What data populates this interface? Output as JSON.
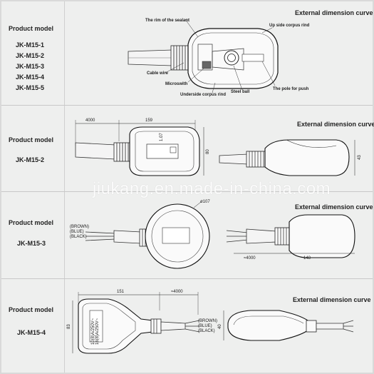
{
  "sections": [
    {
      "product_label": "Product model",
      "models": [
        "JK-M15-1",
        "JK-M15-2",
        "JK-M15-3",
        "JK-M15-4",
        "JK-M15-5"
      ],
      "curve_title": "External dimension curve",
      "callouts": {
        "rim": "The rim of the sealant",
        "upper": "Up side corpus rind",
        "cable": "Cable wire",
        "micro": "Microswith",
        "underside": "Underside corpus rind",
        "steel": "Steel ball",
        "pole": "The pole for push"
      }
    },
    {
      "product_label": "Product model",
      "model": "JK-M15-2",
      "curve_title": "External dimension curve",
      "dims": {
        "cable_len": "4000",
        "body_len": "159",
        "w1": "1.07",
        "h1": "80",
        "thick": "43"
      }
    },
    {
      "product_label": "Product model",
      "model": "JK-M15-3",
      "curve_title": "External dimension curve",
      "wires": [
        "(BROWN)",
        "(BLUE)",
        "(BLACK)"
      ],
      "dims": {
        "diam": "ø107",
        "cable_len": "≈4000",
        "body_len": "148"
      }
    },
    {
      "product_label": "Product model",
      "model": "JK-M15-4",
      "curve_title": "External dimension curve",
      "wires": [
        "(BROWN)",
        "(BLUE)",
        "(BLACK)"
      ],
      "label_lines": [
        "16(8)A/250V~",
        "10(8)A/250V~"
      ],
      "dims": {
        "body_len": "151",
        "cable_len": "≈4000",
        "height": "83",
        "thick": "40"
      }
    }
  ],
  "watermark": "jiukang.en.made-in-china.com"
}
